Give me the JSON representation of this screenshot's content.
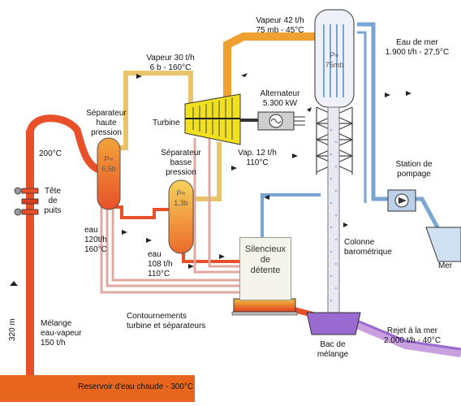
{
  "labels": {
    "vapeur_42_1": "Vapeur 42 t/h",
    "vapeur_42_2": "75 mb - 45°C",
    "vapeur_30_1": "Vapeur 30 t/h",
    "vapeur_30_2": "6 b - 160°C",
    "eau_de_mer_1": "Eau de mer",
    "eau_de_mer_2": "1.900 t/h - 27,5°C",
    "alternateur_1": "Alternateur",
    "alternateur_2": "5.300 kW",
    "turbine": "Turbine",
    "sep_haute_1": "Séparateur",
    "sep_haute_2": "haute",
    "sep_haute_3": "pression",
    "sep_basse_1": "Séparateur",
    "sep_basse_2": "basse",
    "sep_basse_3": "pression",
    "temp_200": "200°C",
    "tete_1": "Tête",
    "tete_2": "de",
    "tete_3": "puits",
    "vap12_1": "Vap. 12 t/h",
    "vap12_2": "110°C",
    "station_1": "Station de",
    "station_2": "pompage",
    "eau120_1": "eau",
    "eau120_2": "120t/h",
    "eau120_3": "160°C",
    "eau108_1": "eau",
    "eau108_2": "108 t/h",
    "eau108_3": "110°C",
    "silencieux_1": "Silencieux",
    "silencieux_2": "de",
    "silencieux_3": "détente",
    "colonne_1": "Colonne",
    "colonne_2": "barométrique",
    "mer": "Mer",
    "contournements_1": "Contournements",
    "contournements_2": "turbine et séparateurs",
    "melange_1": "Mélange",
    "melange_2": "eau-vapeur",
    "melange_3": "150 t/h",
    "depth": "320 m",
    "rejet_1": "Rejet à la mer",
    "rejet_2": "2.000 t/h - 40°C",
    "bac_1": "Bac de",
    "bac_2": "mélange",
    "reservoir": "Reservoir d'eau chaude - 300°C",
    "p_haute": "P≈",
    "p_haute_val": "6,5b",
    "p_basse": "P≈",
    "p_basse_val": "1,3b",
    "p_cond": "P≈",
    "p_cond_val": "75mb"
  },
  "colors": {
    "hot_water": "#e8502a",
    "steam_hot": "#f0a030",
    "steam_low": "#e8c46a",
    "cool_water": "#7aa6d6",
    "return_mix": "#c8a0c8",
    "reject": "#9a6ad0",
    "turbine": "#f0e020",
    "tower_frame": "#444444"
  }
}
